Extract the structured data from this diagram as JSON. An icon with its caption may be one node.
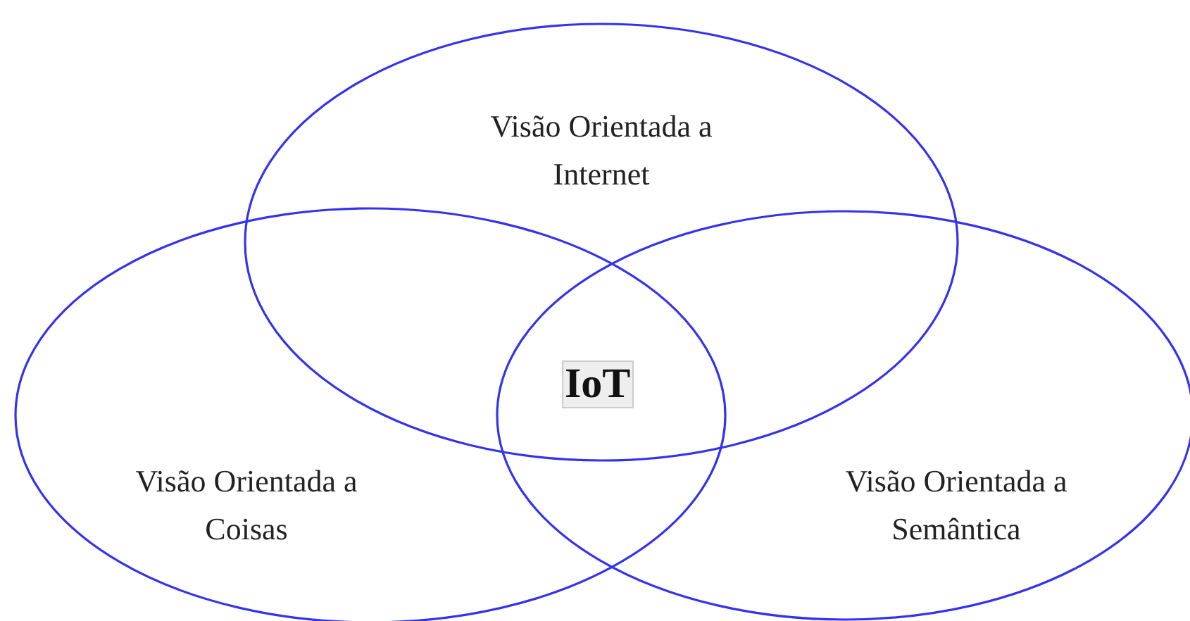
{
  "diagram": {
    "nodes": [
      {
        "text": [
          "Visão Orientada a Internet"
        ]
      },
      {
        "text": [
          "Visão Orientada a Coisas"
        ]
      },
      {
        "text": [
          "Visão Orientada a Semântica"
        ]
      }
    ],
    "labels": [
      "IoT"
    ]
  }
}
